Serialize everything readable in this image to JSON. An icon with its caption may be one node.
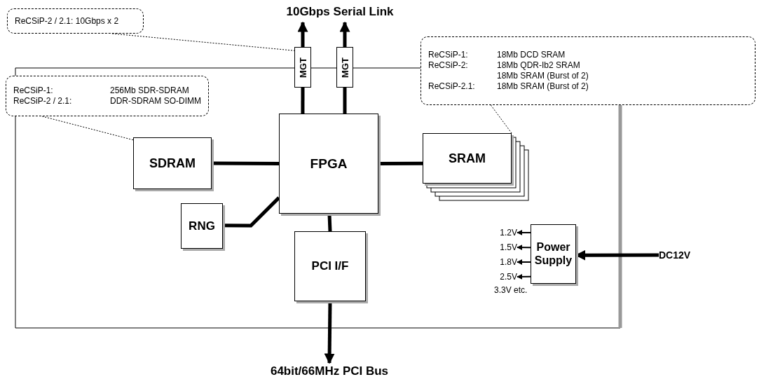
{
  "diagram": {
    "nodes": [
      {
        "text": [
          "ReCSiP-2 / 2.1: 10Gbps x 2"
        ]
      },
      {
        "text": [
          "10Gbps Serial Link"
        ]
      },
      {
        "text": [
          "ReCSiP-1:",
          "18Mb DCD SRAM",
          "ReCSiP-2:",
          "18Mb QDR-Ib2 SRAM",
          "18Mb SRAM (Burst of 2)",
          "ReCSiP-2.1:",
          "18Mb SRAM (Burst of 2)"
        ]
      },
      {
        "text": [
          "ReCSiP-1:",
          "256Mb SDR-SDRAM",
          "ReCSiP-2 / 2.1:",
          "DDR-SDRAM SO-DIMM"
        ]
      },
      {
        "text": [
          "MGT"
        ]
      },
      {
        "text": [
          "MGT"
        ]
      },
      {
        "text": [
          "FPGA"
        ]
      },
      {
        "text": [
          "SDRAM"
        ]
      },
      {
        "text": [
          "SRAM"
        ]
      },
      {
        "text": [
          "RNG"
        ]
      },
      {
        "text": [
          "PCI I/F"
        ]
      },
      {
        "text": [
          "Power Supply"
        ]
      },
      {
        "text": [
          "1.2V"
        ]
      },
      {
        "text": [
          "1.5V"
        ]
      },
      {
        "text": [
          "1.8V"
        ]
      },
      {
        "text": [
          "2.5V"
        ]
      },
      {
        "text": [
          "DC12V"
        ]
      },
      {
        "text": [
          "64bit/66MHz PCI Bus"
        ]
      }
    ],
    "edges": [
      {
        "from": 6,
        "to": 4,
        "arrow": "none"
      },
      {
        "from": 6,
        "to": 5,
        "arrow": "none"
      },
      {
        "from": 4,
        "to": 1,
        "arrow": "to"
      },
      {
        "from": 5,
        "to": 1,
        "arrow": "to"
      },
      {
        "from": 6,
        "to": 7,
        "arrow": "none"
      },
      {
        "from": 6,
        "to": 8,
        "arrow": "none"
      },
      {
        "from": 6,
        "to": 9,
        "arrow": "none"
      },
      {
        "from": 6,
        "to": 10,
        "arrow": "none"
      },
      {
        "from": 10,
        "to": 17,
        "arrow": "to"
      },
      {
        "from": 11,
        "to": 12,
        "arrow": "to"
      },
      {
        "from": 11,
        "to": 13,
        "arrow": "to"
      },
      {
        "from": 11,
        "to": 14,
        "arrow": "to"
      },
      {
        "from": 11,
        "to": 15,
        "arrow": "to"
      },
      {
        "from": 16,
        "to": 11,
        "arrow": "to"
      },
      {
        "from": 0,
        "to": 4,
        "arrow": "none",
        "style": "dashed"
      },
      {
        "from": 3,
        "to": 7,
        "arrow": "none",
        "style": "dashed"
      },
      {
        "from": 2,
        "to": 8,
        "arrow": "none",
        "style": "dashed"
      }
    ],
    "labels": [
      "3.3V etc."
    ]
  }
}
